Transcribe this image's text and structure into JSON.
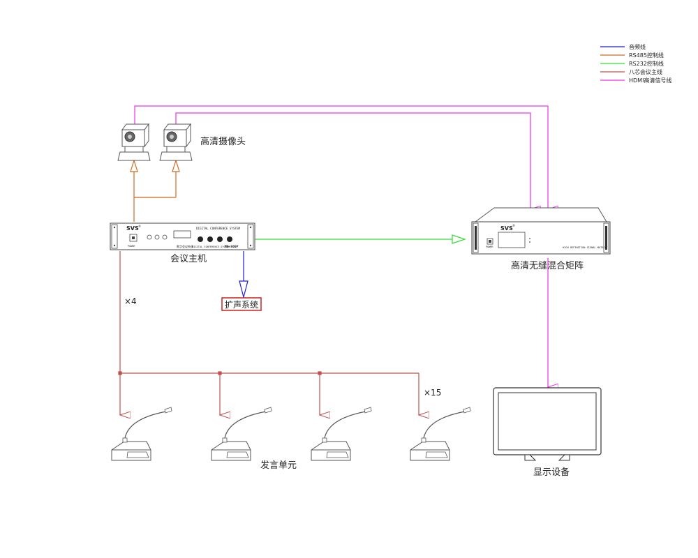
{
  "legend": [
    {
      "label": "音频线",
      "color": "#1f1fd0"
    },
    {
      "label": "RS485控制线",
      "color": "#d2691e"
    },
    {
      "label": "RS232控制线",
      "color": "#33dd33"
    },
    {
      "label": "八芯会议主线",
      "color": "#c0504d"
    },
    {
      "label": "HDMI高清信号线",
      "color": "#ee30ee"
    }
  ],
  "labels": {
    "camera": "高清摄像头",
    "host": "会议主机",
    "pa": "扩声系统",
    "matrix": "高清无缝混合矩阵",
    "speaker_units": "发言单元",
    "display": "显示设备",
    "x4": "×4",
    "x15": "×15"
  },
  "host_panel": {
    "brand": "SVS",
    "reg": "®",
    "title": "DIGITAL CONFERENCE SYSTEM",
    "model_cn": "数字会议系统",
    "model_en": "DIGITAL CONFERENCE SYSTEM",
    "model": "MS-800P",
    "power": "POWER"
  },
  "matrix_panel": {
    "brand": "SVS",
    "reg": "®",
    "power": "POWER",
    "caption": "HIGH DEFINITION SIGNAL MATRIX"
  }
}
